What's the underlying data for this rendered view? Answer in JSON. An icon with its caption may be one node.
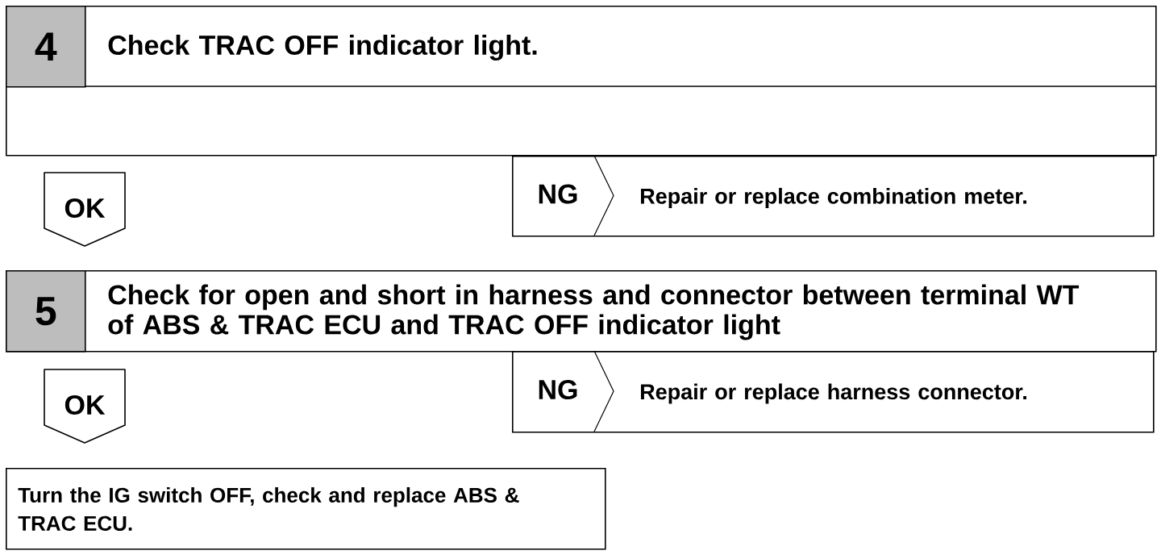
{
  "diagram": {
    "nodes": [
      {
        "text": [
          "Check TRAC OFF indicator light."
        ]
      },
      {
        "text": [
          "4"
        ],
        "in": 0
      },
      {
        "text": [
          "OK"
        ]
      },
      {
        "text": [
          "NG",
          "Repair or replace combination meter."
        ]
      },
      {
        "text": [
          "Check for open and short in harness and connector between terminal WT of ABS & TRAC ECU and TRAC OFF indicator light"
        ]
      },
      {
        "text": [
          "5"
        ],
        "in": 4
      },
      {
        "text": [
          "OK"
        ]
      },
      {
        "text": [
          "NG",
          "Repair or replace harness connector."
        ]
      },
      {
        "text": [
          "Turn the IG switch OFF, check and replace ABS & TRAC ECU."
        ]
      }
    ]
  }
}
